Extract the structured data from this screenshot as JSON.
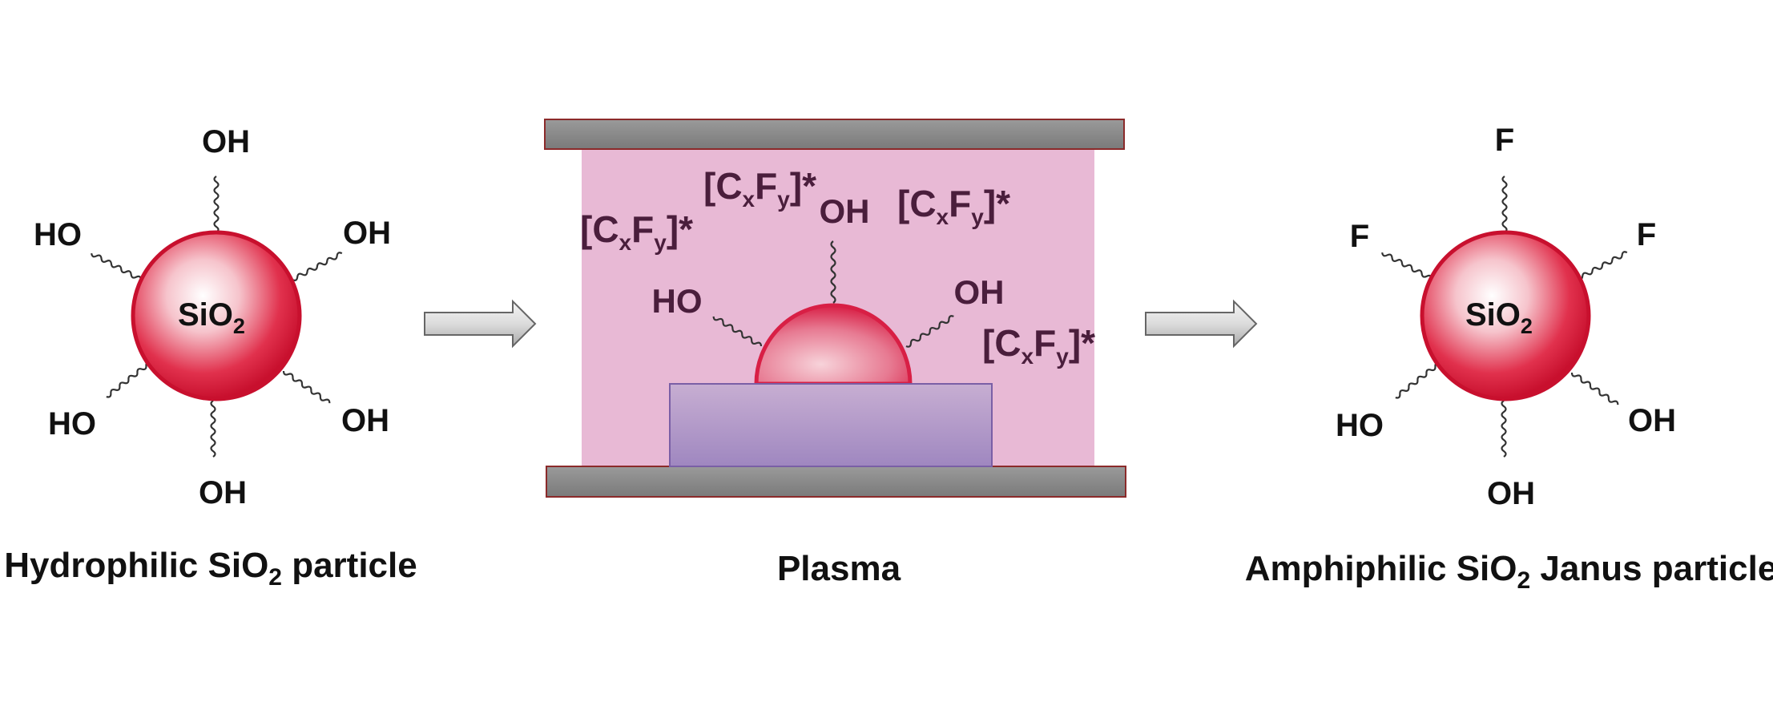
{
  "particle_left": {
    "core": "SiO",
    "core_sub": "2",
    "groups": [
      "OH",
      "OH",
      "OH",
      "OH",
      "HO",
      "HO"
    ],
    "caption_pre": "Hydrophilic SiO",
    "caption_sub": "2",
    "caption_post": " particle"
  },
  "plasma": {
    "species": {
      "open": "[C",
      "x": "x",
      "f": "F",
      "y": "y",
      "close": "]*"
    },
    "groups": [
      "OH",
      "HO",
      "OH"
    ],
    "caption": "Plasma"
  },
  "particle_right": {
    "core": "SiO",
    "core_sub": "2",
    "groups": [
      "F",
      "F",
      "F",
      "OH",
      "OH",
      "HO"
    ],
    "caption_pre": "Amphiphilic SiO",
    "caption_sub": "2",
    "caption_post": " Janus particle"
  },
  "colors": {
    "particle_red": "#d8203a",
    "plasma_pink": "#e8b9d5",
    "electrode_gray": "#878787",
    "substrate_purple": "#a990c4",
    "species_text": "#4a1e3c"
  }
}
